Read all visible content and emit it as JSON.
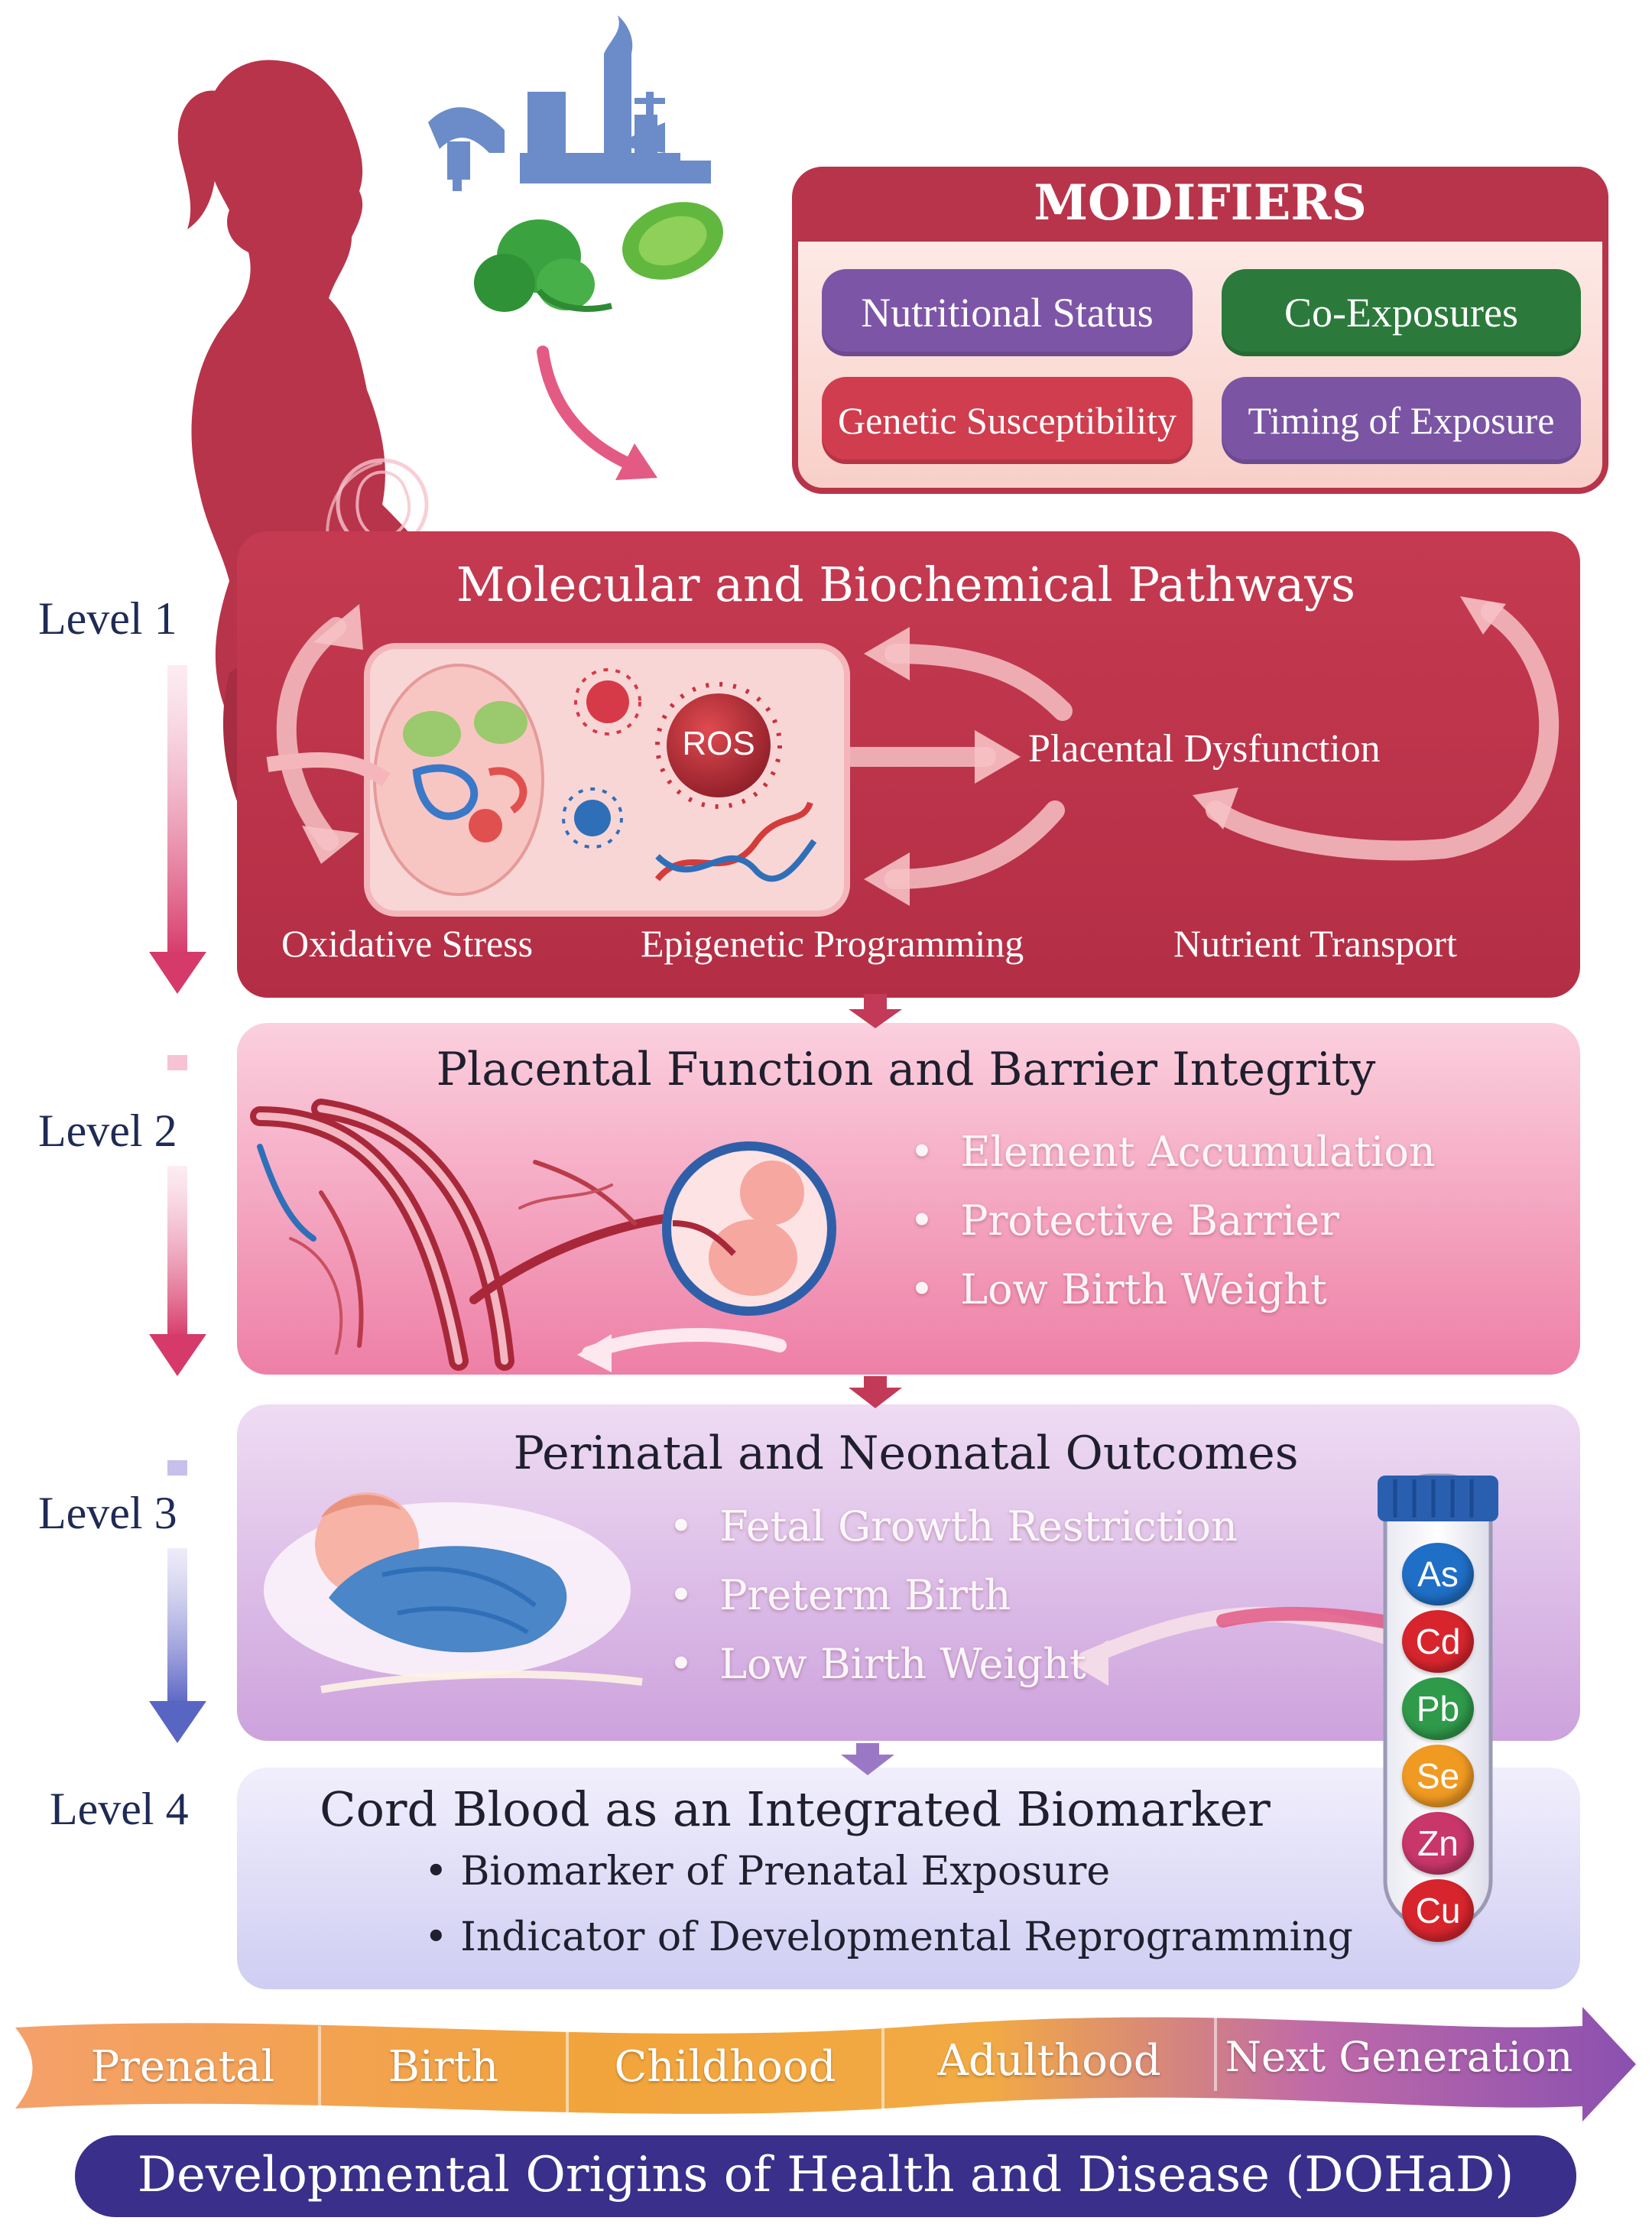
{
  "modifiers": {
    "title": "MODIFIERS",
    "items": [
      {
        "label": "Nutritional Status",
        "color": "#7d55a6"
      },
      {
        "label": "Co-Exposures",
        "color": "#2b7a3b"
      },
      {
        "label": "Genetic Susceptibility",
        "color": "#d03d4e"
      },
      {
        "label": "Timing of Exposure",
        "color": "#7b55a4"
      }
    ]
  },
  "levels": [
    {
      "label": "Level 1"
    },
    {
      "label": "Level 2"
    },
    {
      "label": "Level 3"
    },
    {
      "label": "Level 4"
    }
  ],
  "panel1": {
    "title": "Molecular and Biochemical Pathways",
    "ros_label": "ROS",
    "center_label": "Placental Dysfunction",
    "pathways": [
      "Oxidative Stress",
      "Epigenetic Programming",
      "Nutrient Transport"
    ]
  },
  "panel2": {
    "title": "Placental Function and Barrier Integrity",
    "bullets": [
      "Element Accumulation",
      "Protective Barrier",
      "Low Birth Weight"
    ]
  },
  "panel3": {
    "title": "Perinatal and Neonatal Outcomes",
    "bullets": [
      "Fetal Growth Restriction",
      "Preterm Birth",
      "Low Birth Weight"
    ]
  },
  "panel4": {
    "title": "Cord Blood as an Integrated Biomarker",
    "bullets": [
      "Biomarker of Prenatal Exposure",
      "Indicator of Developmental Reprogramming"
    ]
  },
  "elements": [
    {
      "symbol": "As",
      "color": "#1f6fc6"
    },
    {
      "symbol": "Cd",
      "color": "#d8252d"
    },
    {
      "symbol": "Pb",
      "color": "#2f9a4a"
    },
    {
      "symbol": "Se",
      "color": "#f09a22"
    },
    {
      "symbol": "Zn",
      "color": "#c8366a"
    },
    {
      "symbol": "Cu",
      "color": "#d8252d"
    }
  ],
  "timeline": [
    "Prenatal",
    "Birth",
    "Childhood",
    "Adulthood",
    "Next Generation"
  ],
  "footer": "Developmental Origins of Health and Disease (DOHaD)",
  "colors": {
    "maroon": "#b8344a",
    "panel1": "#c23a4c",
    "panel2": "#f29ab8",
    "panel3": "#d7b3e4",
    "panel4": "#d8d6f5",
    "navy": "#3a2f8a"
  }
}
